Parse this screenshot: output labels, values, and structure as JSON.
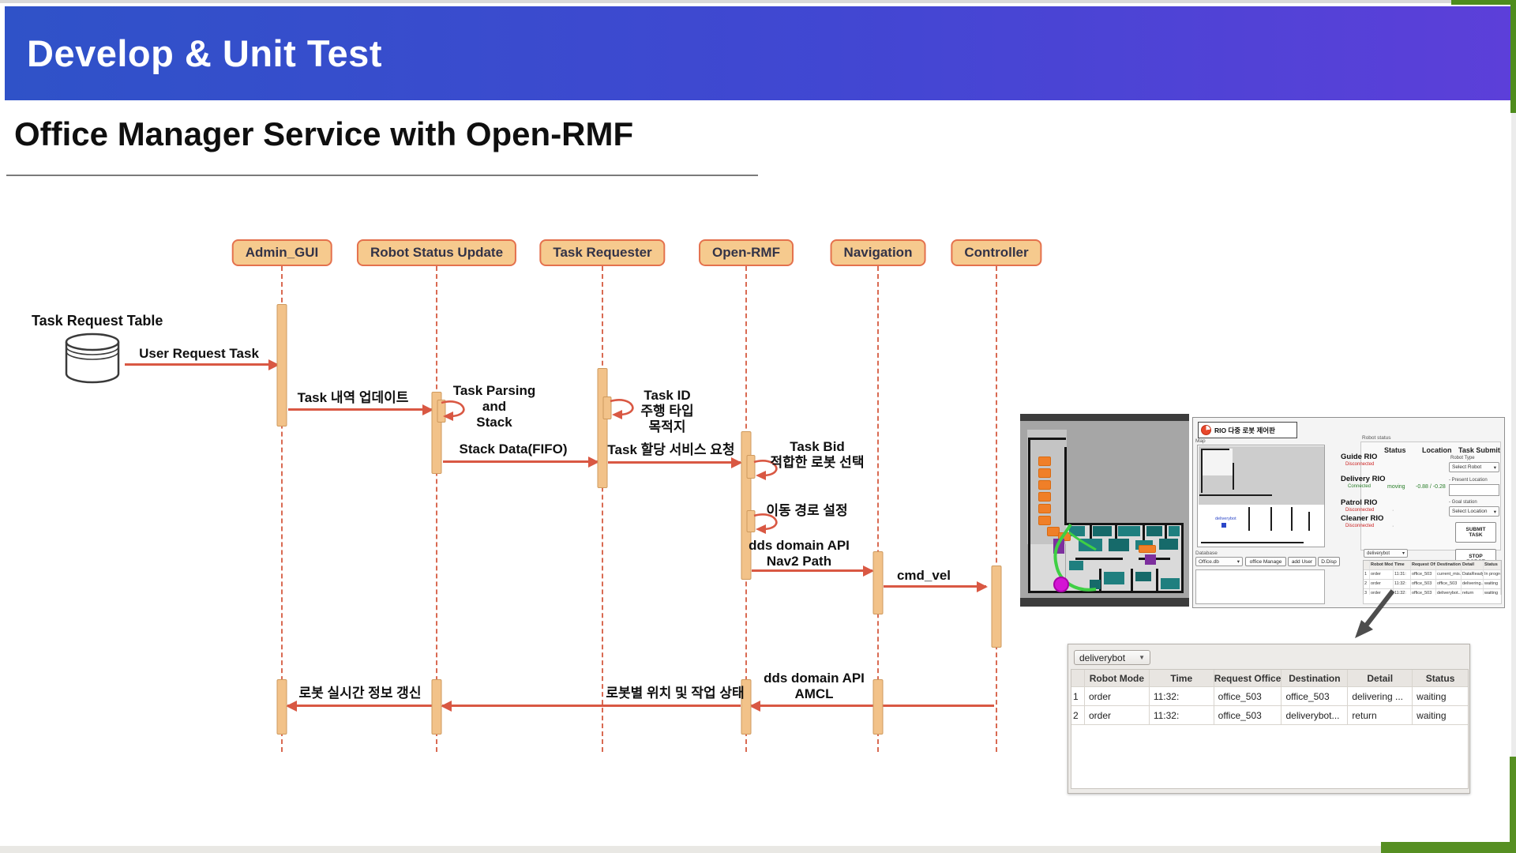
{
  "slide": {
    "title": "Develop & Unit Test",
    "subtitle": "Office Manager Service with Open-RMF"
  },
  "colors": {
    "banner_start": "#2f52c8",
    "banner_end": "#5c3fd9",
    "accent_green": "#4e8c1d",
    "box_fill": "#f6ca8e",
    "box_border": "#e4714d",
    "arrow_red": "#d95843",
    "map_orange": "#f07f28",
    "map_teal": "#1f7f7f",
    "map_purple": "#7d2f9e",
    "map_magenta": "#d414d4",
    "status_red": "#cc2222",
    "status_green": "#277d27"
  },
  "diagram": {
    "datastore_label": "Task Request Table",
    "lifelines": [
      {
        "label": "Admin_GUI"
      },
      {
        "label": "Robot Status Update"
      },
      {
        "label": "Task Requester"
      },
      {
        "label": "Open-RMF"
      },
      {
        "label": "Navigation"
      },
      {
        "label": "Controller"
      }
    ],
    "messages": {
      "user_request": "User Request Task",
      "task_update": "Task 내역 업데이트",
      "task_parsing": "Task Parsing\nand\nStack",
      "stack_data": "Stack Data(FIFO)",
      "task_id": "Task ID\n주행 타입\n목적지",
      "task_alloc": "Task 할당 서비스 요청",
      "task_bid": "Task Bid\n적합한 로봇 선택",
      "route_set": "이동 경로 설정",
      "dds_nav2": "dds domain API\nNav2 Path",
      "cmd_vel": "cmd_vel",
      "dds_amcl": "dds domain API\nAMCL",
      "robot_state": "로봇별 위치 및 작업 상태",
      "robot_refresh": "로봇 실시간 정보 갱신"
    }
  },
  "gui": {
    "window_title": "RIO 다중 로봇 제어판",
    "map_label": "Map",
    "robot_status_label": "Robot status",
    "col_status": "Status",
    "col_location": "Location",
    "col_task_submit": "Task Submit",
    "robots": [
      {
        "name": "Guide RIO",
        "conn": "Disconnected",
        "status": "",
        "location": ""
      },
      {
        "name": "Delivery RIO",
        "conn": "Connected",
        "status": "moving",
        "location": "-0.88 / -0.28"
      },
      {
        "name": "Patrol RIO",
        "conn": "Disconnected",
        "status": "·",
        "location": ""
      },
      {
        "name": "Cleaner RIO",
        "conn": "Disconnected",
        "status": "·",
        "location": ""
      }
    ],
    "task_submit": {
      "robot_type": "Robot Type",
      "select_robot": "Select Robot",
      "present_location": "- Present Location",
      "goal_station": "- Goal station",
      "select_location": "Select Location",
      "submit": "SUBMIT\nTASK",
      "stop": "STOP\nROBOT"
    },
    "database_label": "Database",
    "db_select": "Office.db",
    "db_buttons": [
      "office Manage",
      "add User",
      "D.Disp"
    ],
    "map_robot": "deliverybot",
    "mini": {
      "selector": "deliverybot",
      "headers": [
        "Robot Mode",
        "Time",
        "Request Office",
        "Destination",
        "Detail",
        "Status"
      ],
      "rows": [
        [
          "1",
          "order",
          "11:31:",
          "office_503",
          "current_mis...",
          "DataReady",
          "In progress"
        ],
        [
          "2",
          "order",
          "11:32:",
          "office_503",
          "office_503",
          "delivering...",
          "waiting"
        ],
        [
          "3",
          "order",
          "11:32:",
          "office_503",
          "deliverybot...",
          "return",
          "waiting"
        ]
      ]
    }
  },
  "task_table": {
    "selector": "deliverybot",
    "headers": [
      "Robot Mode",
      "Time",
      "Request Office",
      "Destination",
      "Detail",
      "Status"
    ],
    "rows": [
      {
        "num": "1",
        "mode": "order",
        "time": "11:32:",
        "office": "office_503",
        "dest": "office_503",
        "detail": "delivering ...",
        "status": "waiting"
      },
      {
        "num": "2",
        "mode": "order",
        "time": "11:32:",
        "office": "office_503",
        "dest": "deliverybot...",
        "detail": "return",
        "status": "waiting"
      }
    ]
  }
}
